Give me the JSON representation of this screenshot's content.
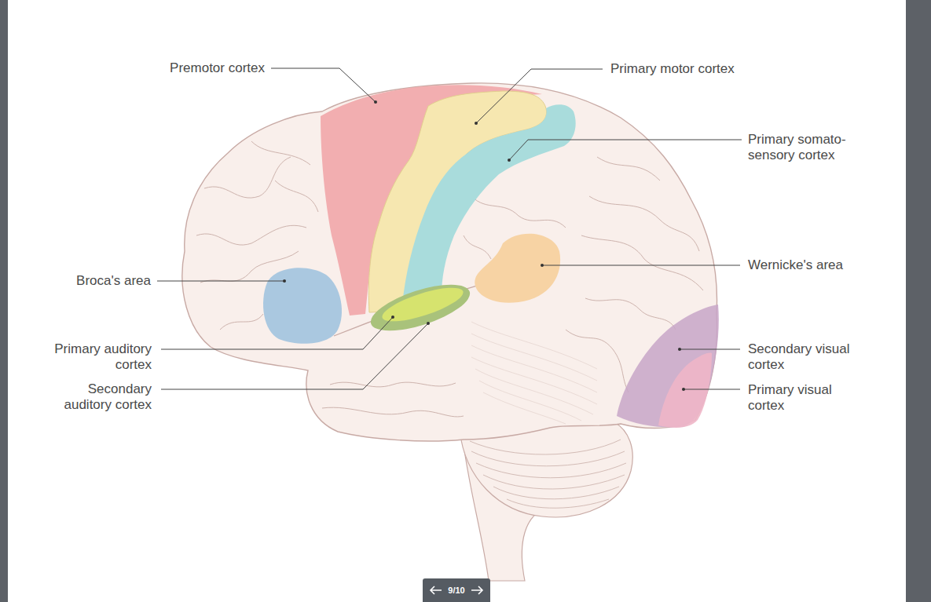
{
  "diagram": {
    "labels": [
      "Premotor cortex",
      "Primary motor cortex",
      "Primary somato- sensory cortex",
      "Broca's area",
      "Wernicke's area",
      "Primary auditory cortex",
      "Secondary auditory cortex",
      "Secondary visual cortex",
      "Primary visual cortex",
      "9/10"
    ]
  }
}
